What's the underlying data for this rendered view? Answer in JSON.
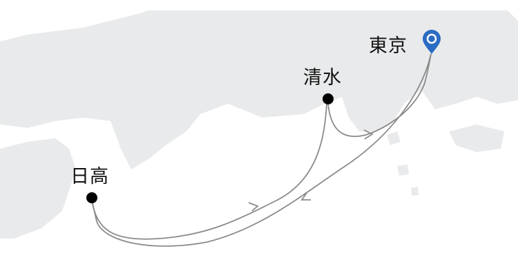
{
  "map": {
    "colors": {
      "land": "#e9eaeb",
      "sea": "#ffffff",
      "route": "#8a8a8a",
      "port": "#000000",
      "origin_pin": "#2a6cc4"
    },
    "ports": [
      {
        "name": "東京",
        "type": "origin",
        "icon": "map-pin-icon"
      },
      {
        "name": "清水",
        "type": "stop",
        "icon": "port-dot-icon"
      },
      {
        "name": "日高",
        "type": "stop",
        "icon": "port-dot-icon"
      }
    ],
    "routes": [
      {
        "from": "日高",
        "to": "清水"
      },
      {
        "from": "清水",
        "to": "東京"
      },
      {
        "from": "東京",
        "to": "日高"
      }
    ]
  }
}
